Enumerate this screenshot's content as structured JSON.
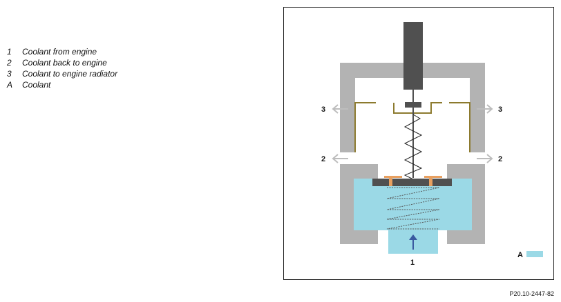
{
  "legend": [
    {
      "key": "1",
      "text": "Coolant from engine"
    },
    {
      "key": "2",
      "text": "Coolant back to engine"
    },
    {
      "key": "3",
      "text": "Coolant to engine radiator"
    },
    {
      "key": "A",
      "text": "Coolant"
    }
  ],
  "callouts": {
    "one": "1",
    "two_left": "2",
    "two_right": "2",
    "three_left": "3",
    "three_right": "3",
    "a": "A"
  },
  "colors": {
    "housing": "#b3b3b3",
    "coolant": "#9bd9e6",
    "actuator": "#505050",
    "seal": "#e8a060",
    "gasket": "#8c7a2e",
    "flow_arrow": "#bdbdbd",
    "inflow_arrow": "#3a5aa0"
  },
  "doc_ref": "P20.10-2447-82"
}
